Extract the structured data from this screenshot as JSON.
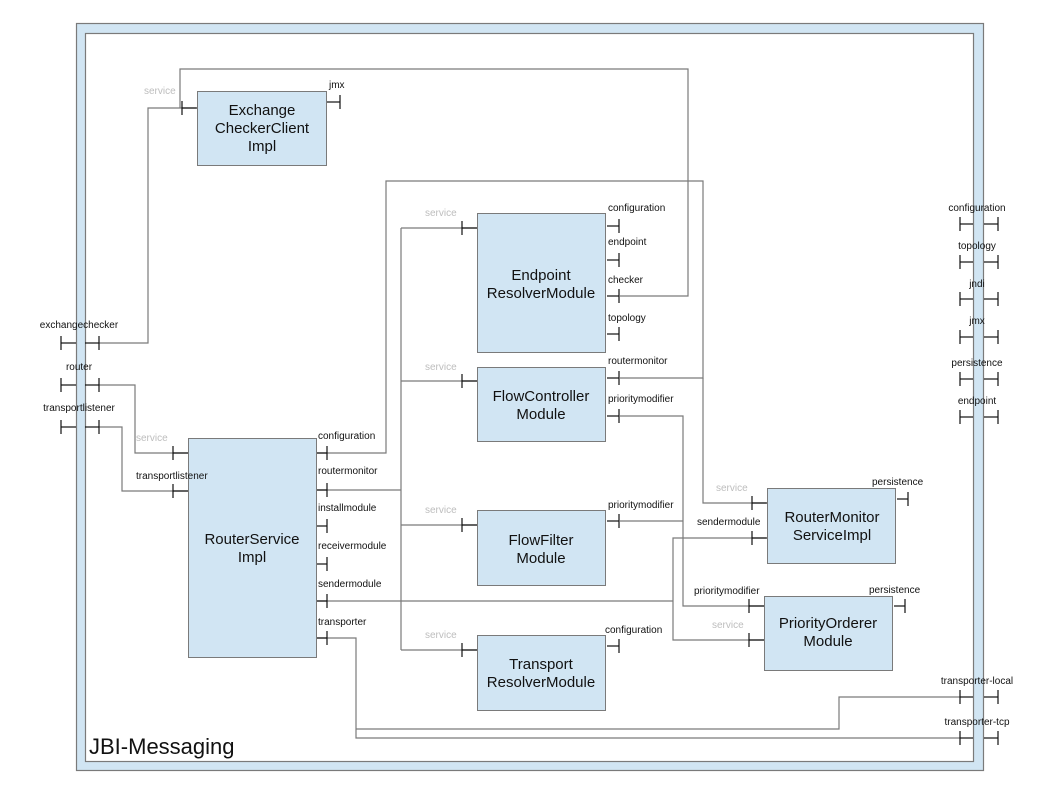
{
  "diagram": {
    "title": "JBI-Messaging",
    "colors": {
      "component_fill": "#d1e5f3",
      "component_stroke": "#7a7a7a",
      "wire": "#7a7a7a",
      "service_label": "#bdbdbd"
    },
    "components": [
      {
        "id": "exchange-checker-client-impl",
        "lines": [
          "Exchange",
          "CheckerClient",
          "Impl"
        ]
      },
      {
        "id": "endpoint-resolver-module",
        "lines": [
          "Endpoint",
          "ResolverModule"
        ]
      },
      {
        "id": "flow-controller-module",
        "lines": [
          "FlowController",
          "Module"
        ]
      },
      {
        "id": "flow-filter-module",
        "lines": [
          "FlowFilter",
          "Module"
        ]
      },
      {
        "id": "transport-resolver-module",
        "lines": [
          "Transport",
          "ResolverModule"
        ]
      },
      {
        "id": "router-service-impl",
        "lines": [
          "RouterService",
          "Impl"
        ]
      },
      {
        "id": "router-monitor-service-impl",
        "lines": [
          "RouterMonitor",
          "ServiceImpl"
        ]
      },
      {
        "id": "priority-orderer-module",
        "lines": [
          "PriorityOrderer",
          "Module"
        ]
      }
    ],
    "ports": {
      "exchange_checker_client_impl": {
        "service": "service",
        "refs": [
          "jmx"
        ]
      },
      "endpoint_resolver_module": {
        "service": "service",
        "refs": [
          "configuration",
          "endpoint",
          "checker",
          "topology"
        ]
      },
      "flow_controller_module": {
        "service": "service",
        "refs": [
          "routermonitor",
          "prioritymodifier"
        ]
      },
      "flow_filter_module": {
        "service": "service",
        "refs": [
          "prioritymodifier"
        ]
      },
      "transport_resolver_module": {
        "service": "service",
        "refs": [
          "configuration"
        ]
      },
      "router_service_impl": {
        "services": [
          "service",
          "transportlistener"
        ],
        "refs": [
          "configuration",
          "routermonitor",
          "installmodule",
          "receivermodule",
          "sendermodule",
          "transporter"
        ]
      },
      "router_monitor_service_impl": {
        "services": [
          "service",
          "sendermodule"
        ],
        "refs": [
          "persistence"
        ]
      },
      "priority_orderer_module": {
        "services": [
          "prioritymodifier",
          "service"
        ],
        "refs": [
          "persistence"
        ]
      }
    },
    "composite_services": [
      "exchangechecker",
      "router",
      "transportlistener"
    ],
    "composite_references": [
      "configuration",
      "topology",
      "jndi",
      "jmx",
      "persistence",
      "endpoint",
      "transporter-local",
      "transporter-tcp"
    ]
  }
}
